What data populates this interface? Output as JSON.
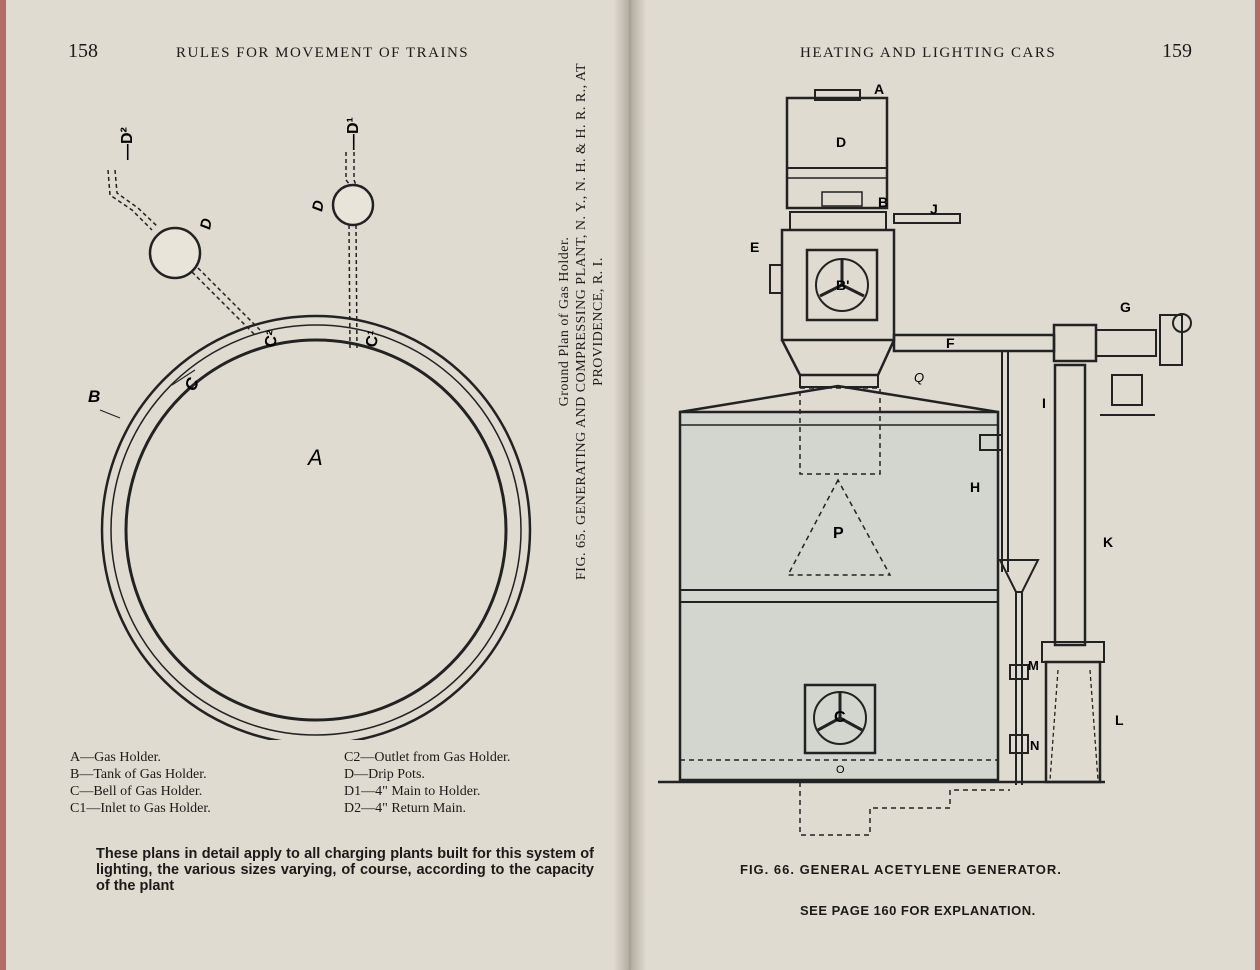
{
  "left_page": {
    "page_number": "158",
    "running_head": "RULES FOR MOVEMENT OF TRAINS",
    "figure_caption": {
      "line1": "Ground Plan of Gas Holder.",
      "line2": "FIG. 65.  GENERATING AND COMPRESSING PLANT, N. Y., N. H. & H. R. R., AT",
      "line3": "PROVIDENCE, R. I."
    },
    "diagram_labels": {
      "a": "A",
      "b": "B",
      "c": "C",
      "c1": "C¹",
      "c2": "C²",
      "d_left": "D",
      "d_right": "D",
      "d1": "—D¹",
      "d2": "—D²"
    },
    "legend_left": [
      "A—Gas Holder.",
      "B—Tank of Gas Holder.",
      "C—Bell of Gas Holder.",
      "C1—Inlet to Gas Holder."
    ],
    "legend_right": [
      "C2—Outlet from Gas Holder.",
      "D—Drip Pots.",
      "D1—4\" Main to Holder.",
      "D2—4\" Return Main."
    ],
    "note": "These plans in detail apply to all charging plants built for this system of lighting, the various sizes varying, of course, according to the capacity of the plant"
  },
  "right_page": {
    "page_number": "159",
    "running_head": "HEATING AND LIGHTING CARS",
    "diagram_labels": {
      "a": "A",
      "b": "B",
      "b1": "B'",
      "c": "C",
      "d": "D",
      "e": "E",
      "f": "F",
      "g": "G",
      "h": "H",
      "i": "I",
      "j": "J",
      "k": "K",
      "l": "L",
      "m": "M",
      "n": "N",
      "o": "O",
      "p": "P",
      "q": "Q"
    },
    "figure_caption": "FIG. 66.  GENERAL ACETYLENE GENERATOR.",
    "see_also": "SEE PAGE 160 FOR EXPLANATION."
  }
}
